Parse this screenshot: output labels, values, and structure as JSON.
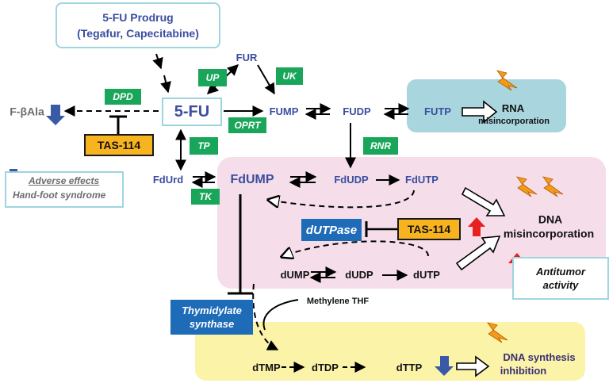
{
  "prodrug": {
    "line1": "5-FU Prodrug",
    "line2": "(Tegafur, Capecitabine)"
  },
  "metabolites": {
    "fu": "5-FU",
    "fur": "FUR",
    "fump": "FUMP",
    "fudp": "FUDP",
    "futp": "FUTP",
    "fdurd": "FdUrd",
    "fdump": "FdUMP",
    "fdudp": "FdUDP",
    "fdutp": "FdUTP",
    "dump": "dUMP",
    "dudp": "dUDP",
    "dutp": "dUTP",
    "dtmp": "dTMP",
    "dtdp": "dTDP",
    "dttp": "dTTP",
    "fbala": "F-βAla",
    "methylene_thf": "Methylene THF"
  },
  "enzymes": {
    "dpd": "DPD",
    "up": "UP",
    "uk": "UK",
    "oprt": "OPRT",
    "tp": "TP",
    "tk": "TK",
    "rnr": "RNR",
    "dutpase": "dUTPase",
    "ts_line1": "Thymidylate",
    "ts_line2": "synthase"
  },
  "inhibitor": {
    "tas114_a": "TAS-114",
    "tas114_b": "TAS-114"
  },
  "outcomes": {
    "rna_line1": "RNA",
    "rna_line2": "misincorporation",
    "dna_line1": "DNA",
    "dna_line2": "misincorporation",
    "dnasyn_line1": "DNA synthesis",
    "dnasyn_line2": "inhibition",
    "adverse_line1": "Adverse effects",
    "adverse_line2": "Hand-foot syndrome",
    "antitumor_line1": "Antitumor",
    "antitumor_line2": "activity"
  },
  "colors": {
    "metabolite_text": "#3b4ea0",
    "enzyme_fill": "#19a65a",
    "inhibitor_fill": "#f7b320",
    "rna_panel": "#a9d6de",
    "dna_panel": "#f5dde9",
    "synthesis_panel": "#fbf3a8",
    "dutpase_fill": "#1e6bb8",
    "down_arrow": "#3a5aa8",
    "up_arrow": "#e82020",
    "lightning": "#f29a1c"
  },
  "icons": [
    "lightning-icon",
    "down-arrow-icon",
    "up-arrow-icon",
    "outline-arrow-icon"
  ]
}
